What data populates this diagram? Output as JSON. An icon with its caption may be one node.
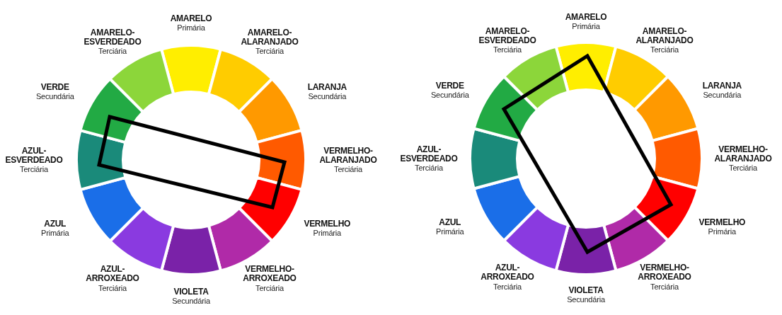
{
  "diagram": {
    "labels": [
      "AMARELO",
      "Primária",
      "AMARELO-ALARANJADO",
      "Terciária",
      "LARANJA",
      "Secundária",
      "VERMELHO-ALARANJADO",
      "Terciária",
      "VERMELHO",
      "Primária",
      "VERMELHO-ARROXEADO",
      "Terciária",
      "VIOLETA",
      "Secundária",
      "AZUL-ARROXEADO",
      "Terciária",
      "AZUL",
      "Primária",
      "AZUL-ESVERDEADO",
      "Terciária",
      "VERDE",
      "Secundária",
      "AMARELO-ESVERDEADO",
      "Terciária",
      "AMARELO",
      "Primária",
      "AMARELO-ALARANJADO",
      "Terciária",
      "LARANJA",
      "Secundária",
      "VERMELHO-ALARANJADO",
      "Terciária",
      "VERMELHO",
      "Primária",
      "VERMELHO-ARROXEADO",
      "Terciária",
      "VIOLETA",
      "Secundária",
      "AZUL-ARROXEADO",
      "Terciária",
      "AZUL",
      "Primária",
      "AZUL-ESVERDEADO",
      "Terciária",
      "VERDE",
      "Secundária",
      "AMARELO-ESVERDEADO",
      "Terciária"
    ]
  }
}
